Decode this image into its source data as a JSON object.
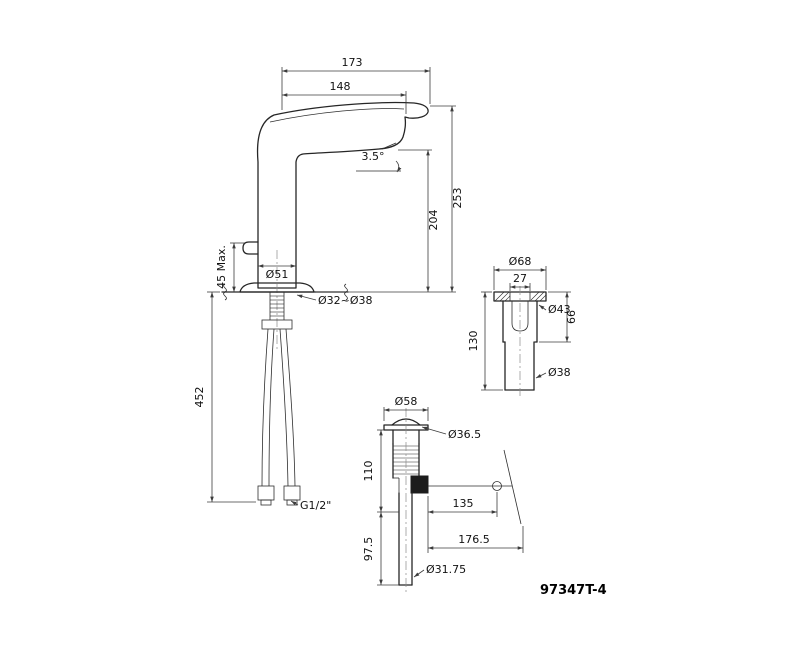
{
  "model_number": "97347T-4",
  "front_view": {
    "spout_overall": "173",
    "spout_reach": "148",
    "spout_angle": "3.5°",
    "overall_height": "253",
    "spout_height": "204",
    "body_diameter": "Ø51",
    "deck_thickness_max": "45 Max.",
    "hole_diameter": "Ø32~Ø38",
    "supply_length": "452",
    "supply_thread": "G1/2\""
  },
  "valve_detail": {
    "top_diameter": "Ø68",
    "top_inner_width": "27",
    "mid_diameter": "Ø43",
    "upper_height": "66",
    "overall_height": "130",
    "body_diameter": "Ø38"
  },
  "drain_view": {
    "flange_diameter": "Ø58",
    "cap_diameter": "Ø36.5",
    "body_height": "110",
    "rod_reach": "135",
    "tail_height": "97.5",
    "rod_overall": "176.5",
    "tail_diameter": "Ø31.75"
  }
}
